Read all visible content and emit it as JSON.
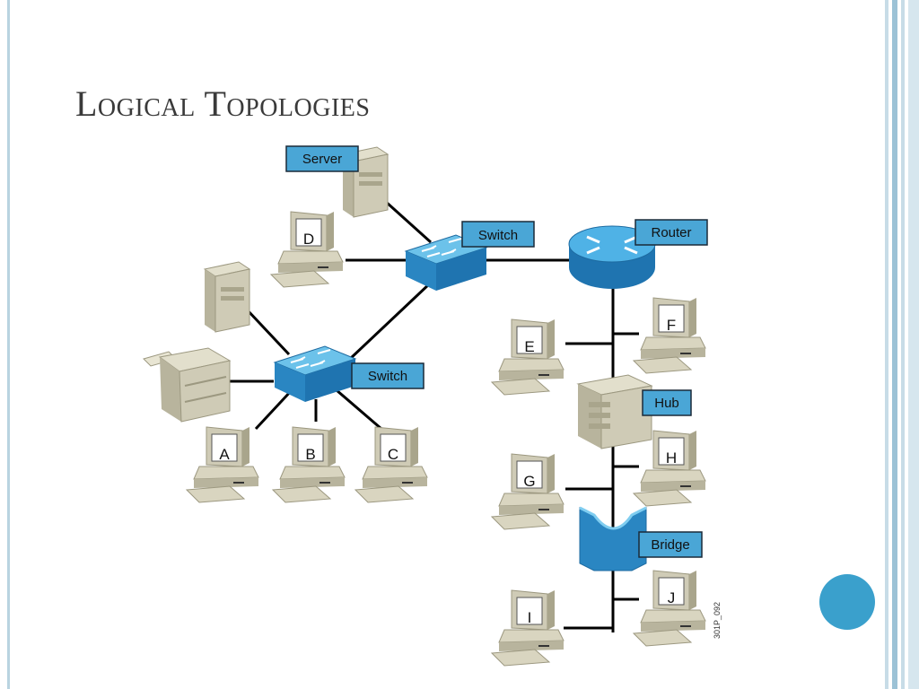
{
  "slide": {
    "title": "Logical Topologies",
    "accent_color": "#3aa0cc",
    "frame_colors": [
      "#c7dce7",
      "#9cc2d6",
      "#d6e6ee"
    ]
  },
  "diagram": {
    "labels": {
      "server": "Server",
      "switch_top": "Switch",
      "switch_left": "Switch",
      "router": "Router",
      "hub": "Hub",
      "bridge": "Bridge"
    },
    "pcs": {
      "a": "A",
      "b": "B",
      "c": "C",
      "d": "D",
      "e": "E",
      "f": "F",
      "g": "G",
      "h": "H",
      "i": "I",
      "j": "J"
    },
    "figure_code": "301P_092",
    "colors": {
      "device_blue": "#3aa2d8",
      "device_dark": "#1d6aa0",
      "beige": "#cfcbb6",
      "beige_dark": "#9c9880"
    }
  }
}
